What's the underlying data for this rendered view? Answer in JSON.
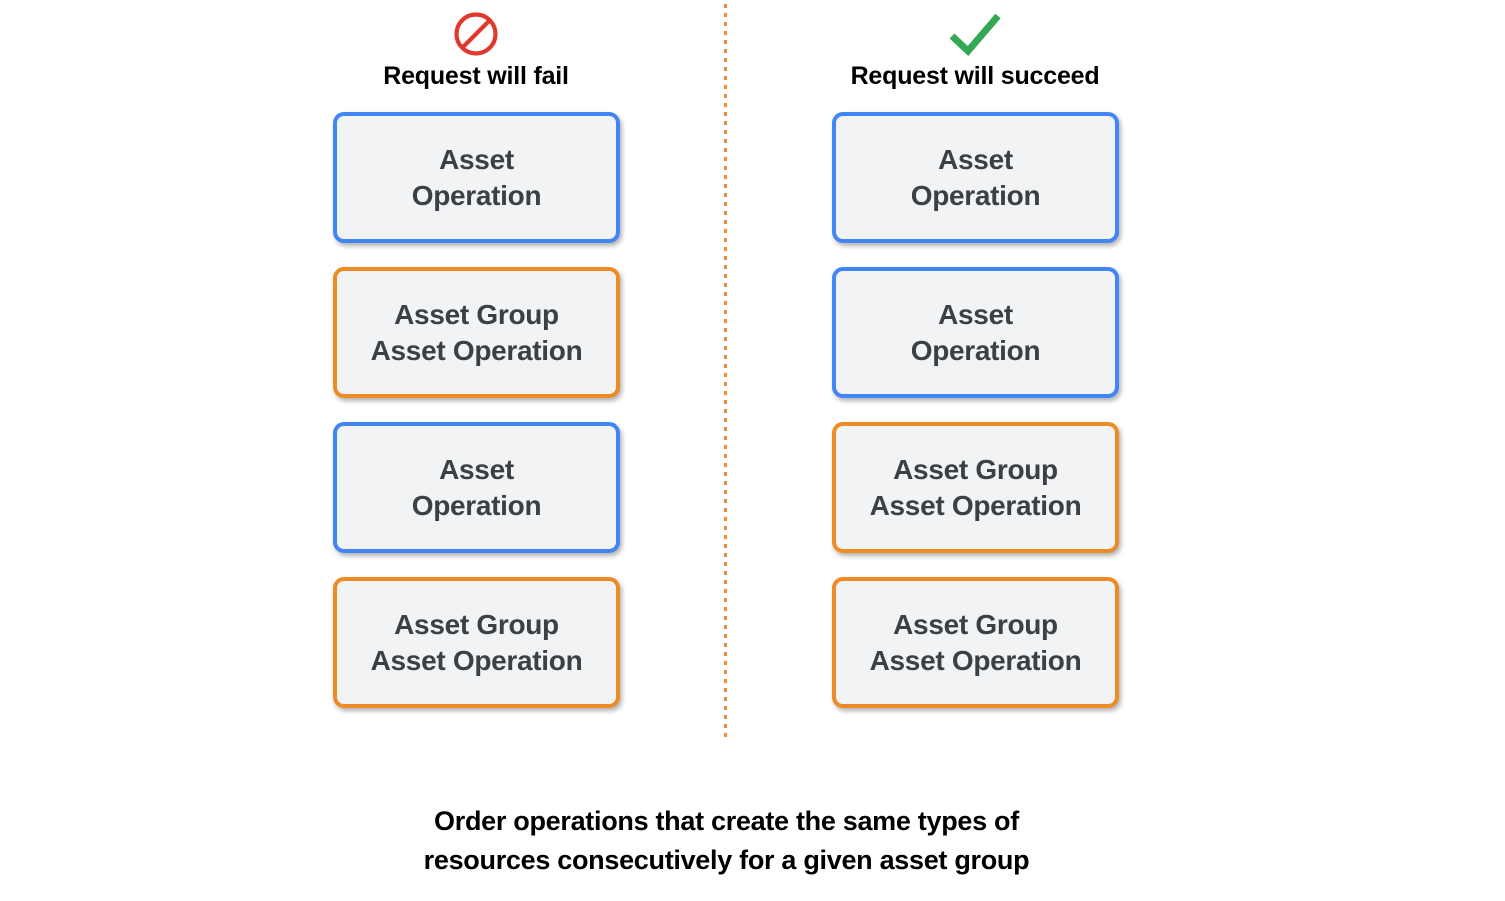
{
  "background_color": "#ffffff",
  "divider": {
    "style": "dotted-vertical",
    "color": "#e8913a"
  },
  "colors": {
    "asset_operation_border": "#4285f4",
    "asset_group_operation_border": "#ed8c24",
    "card_fill": "#f1f3f4",
    "card_text": "#3c4043",
    "fail_icon": "#e0382c",
    "succeed_icon": "#34a853",
    "heading_text": "#000000"
  },
  "columns": [
    {
      "id": "fail",
      "icon": "prohibition-icon",
      "title": "Request will fail",
      "cards": [
        {
          "type": "asset-operation",
          "label": "Asset\nOperation"
        },
        {
          "type": "asset-group-operation",
          "label": "Asset Group\nAsset Operation"
        },
        {
          "type": "asset-operation",
          "label": "Asset\nOperation"
        },
        {
          "type": "asset-group-operation",
          "label": "Asset Group\nAsset Operation"
        }
      ]
    },
    {
      "id": "succeed",
      "icon": "check-icon",
      "title": "Request will succeed",
      "cards": [
        {
          "type": "asset-operation",
          "label": "Asset\nOperation"
        },
        {
          "type": "asset-operation",
          "label": "Asset\nOperation"
        },
        {
          "type": "asset-group-operation",
          "label": "Asset Group\nAsset Operation"
        },
        {
          "type": "asset-group-operation",
          "label": "Asset Group\nAsset Operation"
        }
      ]
    }
  ],
  "caption": "Order operations that create the same types of\nresources consecutively for a given asset group"
}
